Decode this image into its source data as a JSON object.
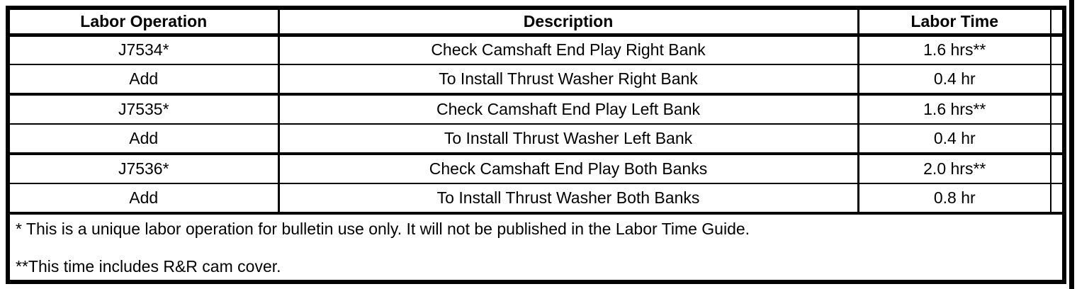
{
  "table": {
    "columns": {
      "labor_operation": "Labor Operation",
      "description": "Description",
      "labor_time": "Labor Time"
    },
    "rows": [
      {
        "op": "J7534*",
        "desc": "Check Camshaft End Play Right Bank",
        "time": "1.6 hrs**"
      },
      {
        "op": "Add",
        "desc": "To Install Thrust Washer Right Bank",
        "time": "0.4 hr"
      },
      {
        "op": "J7535*",
        "desc": "Check Camshaft End Play Left Bank",
        "time": "1.6 hrs**"
      },
      {
        "op": "Add",
        "desc": "To Install Thrust Washer Left Bank",
        "time": "0.4 hr"
      },
      {
        "op": "J7536*",
        "desc": "Check Camshaft End Play Both Banks",
        "time": "2.0 hrs**"
      },
      {
        "op": "Add",
        "desc": "To Install Thrust Washer Both Banks",
        "time": "0.8 hr"
      }
    ],
    "footnotes": [
      "* This is a unique labor operation for bulletin use only. It will not be published in the Labor Time Guide.",
      "**This time includes R&R cam cover."
    ]
  },
  "colors": {
    "border": "#000000",
    "background": "#ffffff",
    "text": "#000000"
  }
}
